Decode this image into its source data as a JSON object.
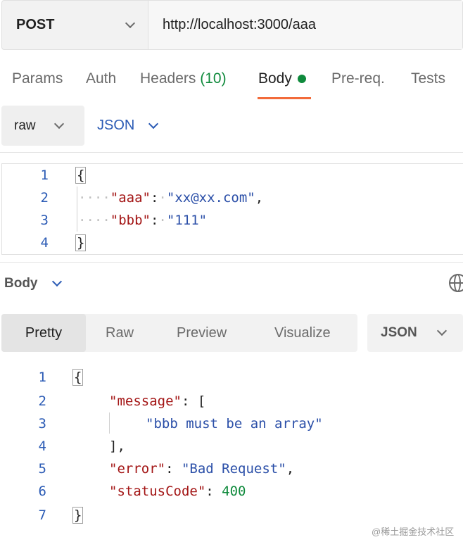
{
  "request": {
    "method": "POST",
    "url": "http://localhost:3000/aaa"
  },
  "tabs": [
    {
      "label": "Params"
    },
    {
      "label": "Auth"
    },
    {
      "label": "Headers",
      "count": "(10)"
    },
    {
      "label": "Body",
      "active": true
    },
    {
      "label": "Pre-req."
    },
    {
      "label": "Tests"
    }
  ],
  "body_mode": {
    "value": "raw"
  },
  "body_format": {
    "value": "JSON"
  },
  "request_body": {
    "lines": [
      {
        "no": "1",
        "text": "{"
      },
      {
        "no": "2",
        "key": "\"aaa\"",
        "value": "\"xx@xx.com\"",
        "trail": ","
      },
      {
        "no": "3",
        "key": "\"bbb\"",
        "value": "\"111\"",
        "trail": ""
      },
      {
        "no": "4",
        "text": "}"
      }
    ]
  },
  "response": {
    "header_label": "Body",
    "view_tabs": [
      "Pretty",
      "Raw",
      "Preview",
      "Visualize"
    ],
    "active_view": "Pretty",
    "format": "JSON",
    "lines": [
      {
        "no": "1",
        "text": "{"
      },
      {
        "no": "2",
        "key": "\"message\"",
        "text": ": ["
      },
      {
        "no": "3",
        "value": "\"bbb must be an array\""
      },
      {
        "no": "4",
        "text": "],"
      },
      {
        "no": "5",
        "key": "\"error\"",
        "value": "\"Bad Request\"",
        "trail": ","
      },
      {
        "no": "6",
        "key": "\"statusCode\"",
        "number": "400"
      },
      {
        "no": "7",
        "text": "}"
      }
    ]
  },
  "watermark": "@稀土掘金技术社区",
  "colors": {
    "accent_underline": "#f26b3a",
    "green": "#0f8a3c",
    "key": "#a31515",
    "string": "#2b4fa8",
    "link_blue": "#2b5bb5"
  }
}
